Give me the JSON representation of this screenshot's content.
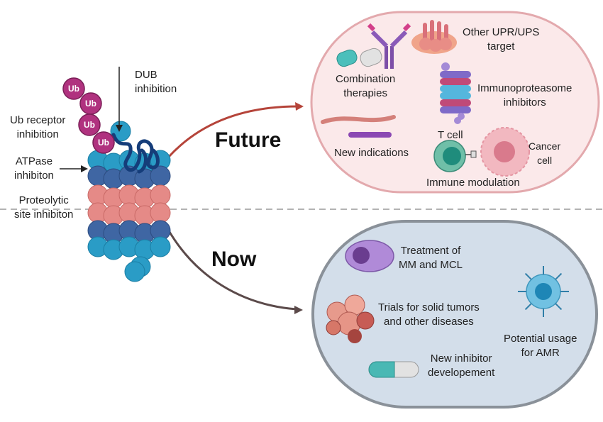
{
  "figure": {
    "divider_style": "dashed",
    "colors": {
      "future_panel_fill": "#fbe9ea",
      "future_panel_border": "#e3a9ad",
      "now_panel_fill": "#d3deea",
      "now_panel_border": "#8a9199",
      "future_arrow": "#b5443a",
      "now_arrow": "#5b4a4a",
      "ub": "#b0327f",
      "proteasome_cyan": "#2a9cc6",
      "proteasome_blue": "#3f66a3",
      "proteasome_pink": "#e58a87",
      "polypeptide": "#153d7a"
    }
  },
  "proteasome": {
    "ub_label": "Ub",
    "labels": {
      "dub": [
        "DUB",
        "inhibition"
      ],
      "ub_receptor": [
        "Ub receptor",
        "inhibition"
      ],
      "atpase": [
        "ATPase",
        "inhibiton"
      ],
      "proteolytic": [
        "Proteolytic",
        "site inhibiton"
      ]
    }
  },
  "future": {
    "title": "Future",
    "items": {
      "combination": [
        "Combination",
        "therapies"
      ],
      "other_target": [
        "Other UPR/UPS",
        "target"
      ],
      "immunoproteasome": [
        "Immunoproteasome",
        "inhibitors"
      ],
      "new_indications": "New indications",
      "t_cell": "T cell",
      "cancer_cell": [
        "Cancer",
        "cell"
      ],
      "immune_modulation": "Immune modulation"
    }
  },
  "now": {
    "title": "Now",
    "items": {
      "treatment": [
        "Treatment of",
        "MM and MCL"
      ],
      "trials": [
        "Trials for solid tumors",
        "and other diseases"
      ],
      "amr": [
        "Potential usage",
        "for AMR"
      ],
      "new_inhibitor": [
        "New inhibitor",
        "developement"
      ]
    }
  }
}
